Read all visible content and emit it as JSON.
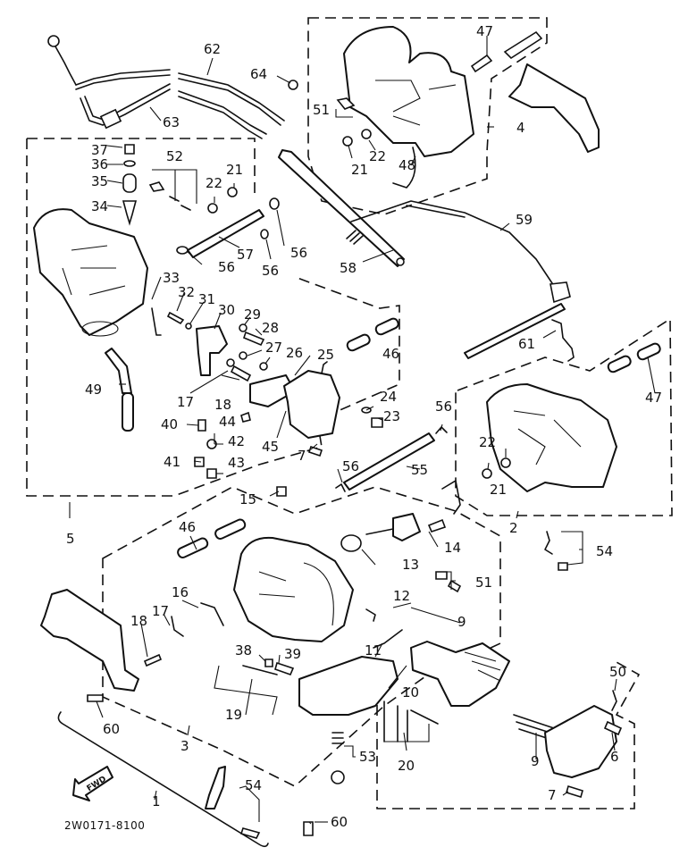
{
  "diagram": {
    "title": "Carburetor assembly exploded parts diagram",
    "drawing_code": "2W0171-8100",
    "fwd_badge": "FWD",
    "callouts": {
      "c62": "62",
      "c63": "63",
      "c64": "64",
      "c47a": "47",
      "c51a": "51",
      "c4": "4",
      "c22a": "22",
      "c21a": "21",
      "c48": "48",
      "c37": "37",
      "c36": "36",
      "c35": "35",
      "c34": "34",
      "c52": "52",
      "c22b": "22",
      "c21b": "21",
      "c56a": "56",
      "c57": "57",
      "c56b": "56",
      "c56c": "56",
      "c58": "58",
      "c59": "59",
      "c33": "33",
      "c32": "32",
      "c31": "31",
      "c30": "30",
      "c29": "29",
      "c28": "28",
      "c27": "27",
      "c26": "26",
      "c25": "25",
      "c46a": "46",
      "c49": "49",
      "c17a": "17",
      "c18a": "18",
      "c40": "40",
      "c44": "44",
      "c42": "42",
      "c41": "41",
      "c43": "43",
      "c45": "45",
      "c7a": "7",
      "c24": "24",
      "c23": "23",
      "c61": "61",
      "c47b": "47",
      "c56d": "56",
      "c56e": "56",
      "c55": "55",
      "c22c": "22",
      "c21c": "21",
      "c2": "2",
      "c5": "5",
      "c15": "15",
      "c46b": "46",
      "c14": "14",
      "c13": "13",
      "c54a": "54",
      "c51b": "51",
      "c16": "16",
      "c17b": "17",
      "c18b": "18",
      "c12": "12",
      "c9a": "9",
      "c38": "38",
      "c39": "39",
      "c11": "11",
      "c10": "10",
      "c19": "19",
      "c50": "50",
      "c60a": "60",
      "c3": "3",
      "c20": "20",
      "c53": "53",
      "c9b": "9",
      "c6": "6",
      "c7b": "7",
      "c54b": "54",
      "c1": "1",
      "c60b": "60"
    }
  }
}
